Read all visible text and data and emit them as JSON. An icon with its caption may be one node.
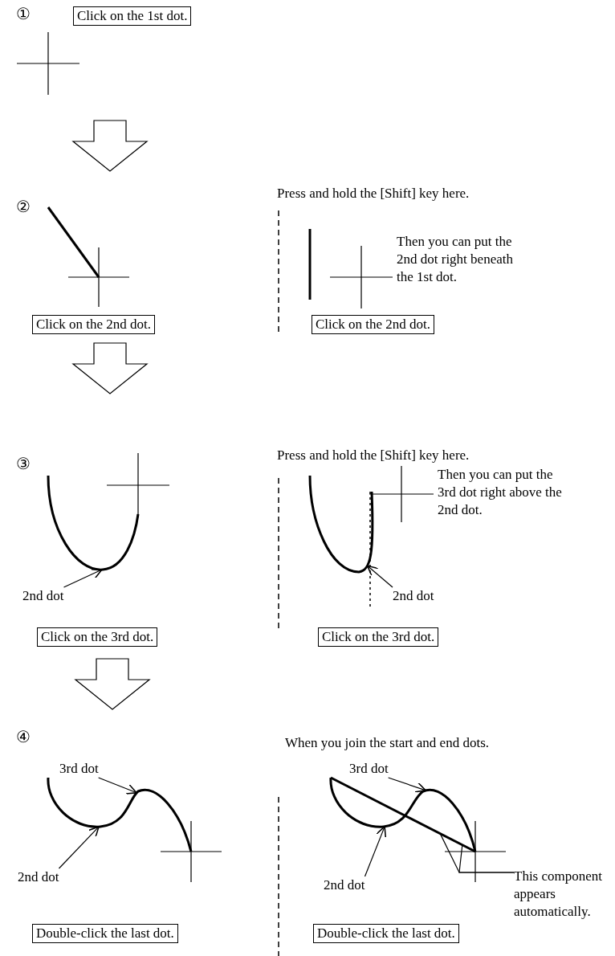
{
  "diagram": {
    "nodes": [
      {
        "text": [
          "Click on the 1st dot."
        ]
      },
      {
        "text": [
          "Click on the 2nd dot."
        ]
      },
      {
        "text": [
          "Click on the 2nd dot."
        ]
      },
      {
        "text": [
          "2nd dot"
        ]
      },
      {
        "text": [
          "2nd dot"
        ]
      },
      {
        "text": [
          "Click on the 3rd dot."
        ]
      },
      {
        "text": [
          "Click on the 3rd dot."
        ]
      },
      {
        "text": [
          "3rd dot"
        ]
      },
      {
        "text": [
          "2nd dot"
        ]
      },
      {
        "text": [
          "3rd dot"
        ]
      },
      {
        "text": [
          "2nd dot"
        ]
      },
      {
        "text": [
          "This component appears automatically."
        ]
      },
      {
        "text": [
          "Double-click the last dot."
        ]
      },
      {
        "text": [
          "Double-click the last dot."
        ]
      },
      {
        "text": [],
        "shape": "curve"
      },
      {
        "text": [],
        "shape": "curve"
      },
      {
        "text": [],
        "shape": "curve"
      },
      {
        "text": [],
        "shape": "curve"
      },
      {
        "text": [],
        "shape": "line"
      }
    ],
    "edges": [
      {
        "from": 3,
        "to": 14,
        "arrow": "to"
      },
      {
        "from": 4,
        "to": 15,
        "arrow": "to"
      },
      {
        "from": 7,
        "to": 16,
        "arrow": "to"
      },
      {
        "from": 8,
        "to": 16,
        "arrow": "to"
      },
      {
        "from": 9,
        "to": 17,
        "arrow": "to"
      },
      {
        "from": 10,
        "to": 17,
        "arrow": "to"
      },
      {
        "from": 11,
        "to": 18,
        "arrow": "none"
      },
      {
        "from": 11,
        "to": 18,
        "arrow": "none"
      }
    ],
    "labels": [
      "①",
      "Press and hold the [Shift] key here.",
      "②",
      "Then you can put the 2nd dot right beneath the 1st dot.",
      "Press and hold the [Shift] key here.",
      "③",
      "Then you can put the 3rd dot right above the 2nd dot.",
      "④",
      "When you join the start and end dots."
    ]
  }
}
